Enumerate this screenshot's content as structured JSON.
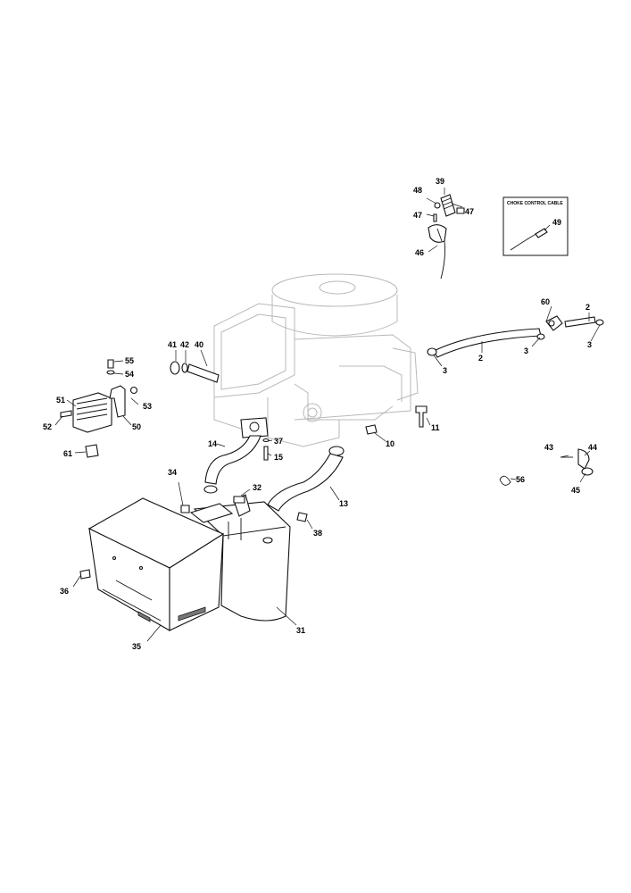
{
  "inset": {
    "title": "CHOKE CONTROL CABLE"
  },
  "labels": {
    "p2a": "2",
    "p2b": "2",
    "p3a": "3",
    "p3b": "3",
    "p3c": "3",
    "p10": "10",
    "p11": "11",
    "p13": "13",
    "p14": "14",
    "p15": "15",
    "p31": "31",
    "p32": "32",
    "p34": "34",
    "p35": "35",
    "p36": "36",
    "p37": "37",
    "p38": "38",
    "p39": "39",
    "p40": "40",
    "p41": "41",
    "p42": "42",
    "p43": "43",
    "p44": "44",
    "p45": "45",
    "p46": "46",
    "p47a": "47",
    "p47b": "47",
    "p48": "48",
    "p49": "49",
    "p50": "50",
    "p51": "51",
    "p52": "52",
    "p53": "53",
    "p54": "54",
    "p55": "55",
    "p56": "56",
    "p60": "60",
    "p61": "61"
  }
}
